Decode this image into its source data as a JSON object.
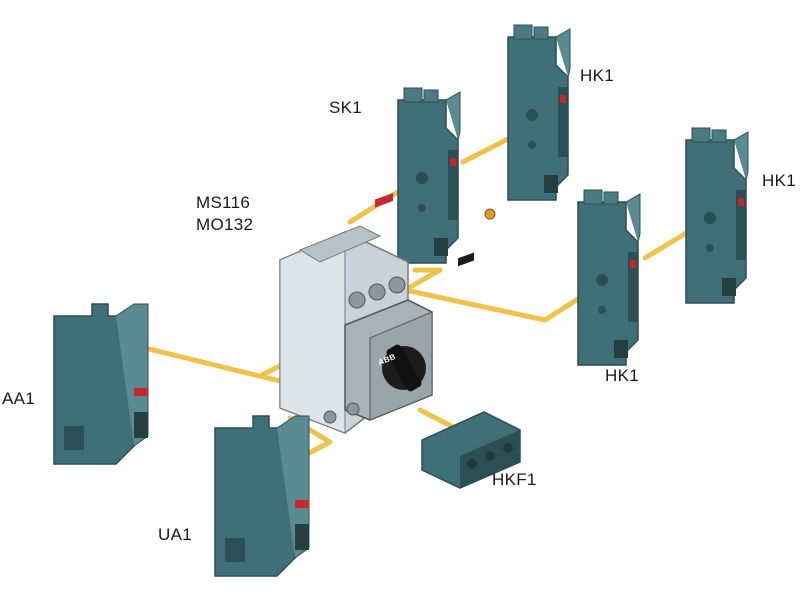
{
  "colors": {
    "module_body": "#3f6f77",
    "module_dark": "#2c4f55",
    "module_light": "#5a8a92",
    "connector": "#f0c24a",
    "accent_red": "#c8282d",
    "breaker_grey": "#c9d3d7",
    "background": "#ffffff"
  },
  "labels": {
    "main_line1": "MS116",
    "main_line2": "MO132",
    "sk1": "SK1",
    "hk1_top": "HK1",
    "hk1_right": "HK1",
    "hk1_middle": "HK1",
    "aa1": "AA1",
    "ua1": "UA1",
    "hkf1": "HKF1",
    "brand": "ABB"
  }
}
